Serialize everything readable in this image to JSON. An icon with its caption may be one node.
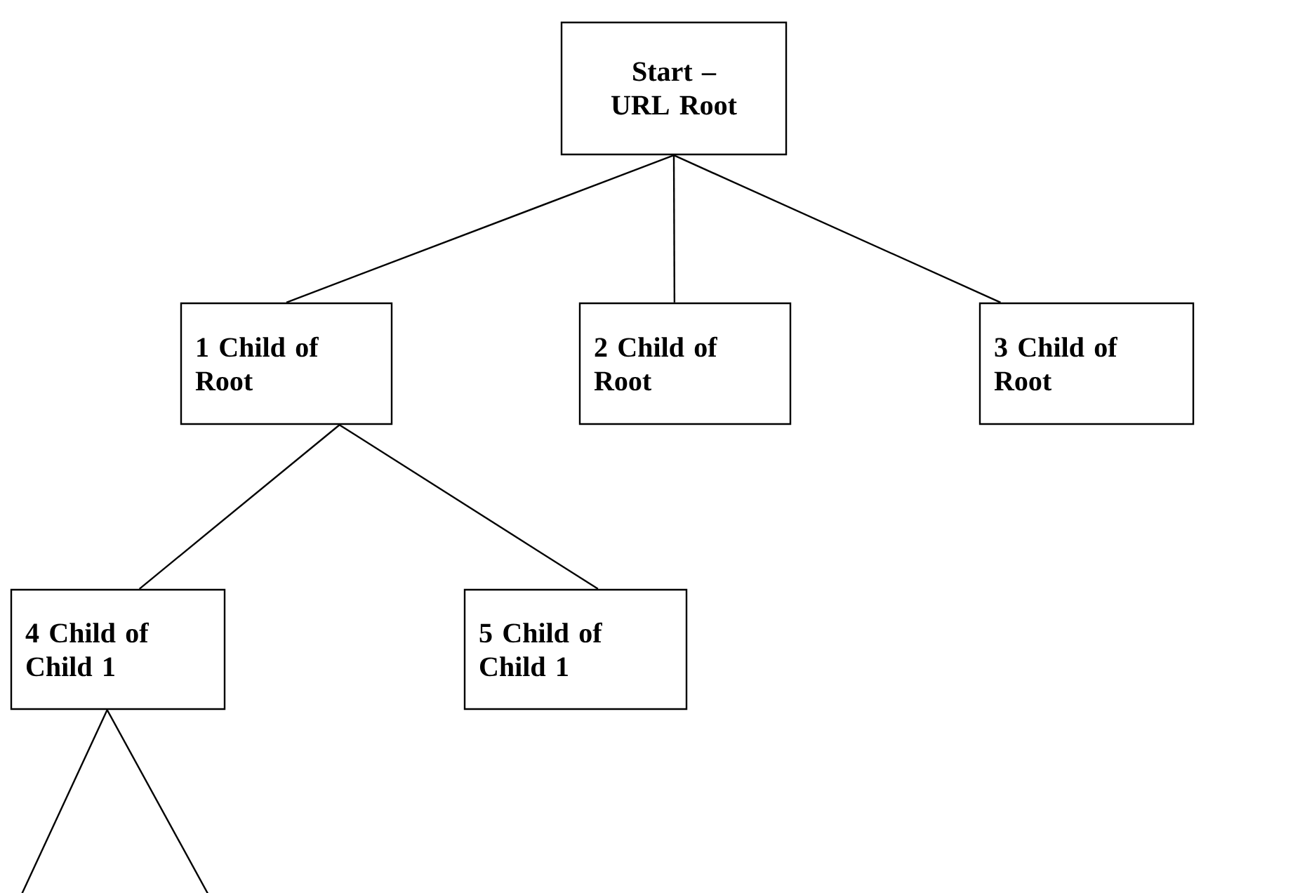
{
  "diagram": {
    "nodes": [
      {
        "text": [
          "Start – URL Root"
        ]
      },
      {
        "text": [
          "1 Child of Root"
        ]
      },
      {
        "text": [
          "2 Child of Root"
        ]
      },
      {
        "text": [
          "3 Child of Root"
        ]
      },
      {
        "text": [
          "4 Child of Child 1"
        ]
      },
      {
        "text": [
          "5 Child of Child 1"
        ]
      }
    ],
    "edges": [
      {
        "from": 0,
        "to": 1,
        "arrow": "none"
      },
      {
        "from": 0,
        "to": 2,
        "arrow": "none"
      },
      {
        "from": 0,
        "to": 3,
        "arrow": "none"
      },
      {
        "from": 1,
        "to": 4,
        "arrow": "none"
      },
      {
        "from": 1,
        "to": 5,
        "arrow": "none"
      },
      {
        "from": 4,
        "to": null,
        "arrow": "none"
      },
      {
        "from": 4,
        "to": null,
        "arrow": "none"
      }
    ]
  }
}
